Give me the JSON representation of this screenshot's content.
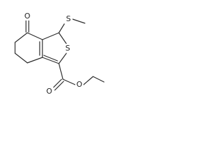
{
  "molecule": {
    "atoms": [
      {
        "id": "O_keto",
        "symbol": "O"
      },
      {
        "id": "S_thioether",
        "symbol": "S"
      },
      {
        "id": "S_ring",
        "symbol": "S"
      },
      {
        "id": "O_ester_carbonyl",
        "symbol": "O"
      },
      {
        "id": "O_ester",
        "symbol": "O"
      }
    ],
    "colors": {
      "bond": "#2a2a2a",
      "label": "#1e1e1e",
      "background": "#ffffff"
    }
  }
}
